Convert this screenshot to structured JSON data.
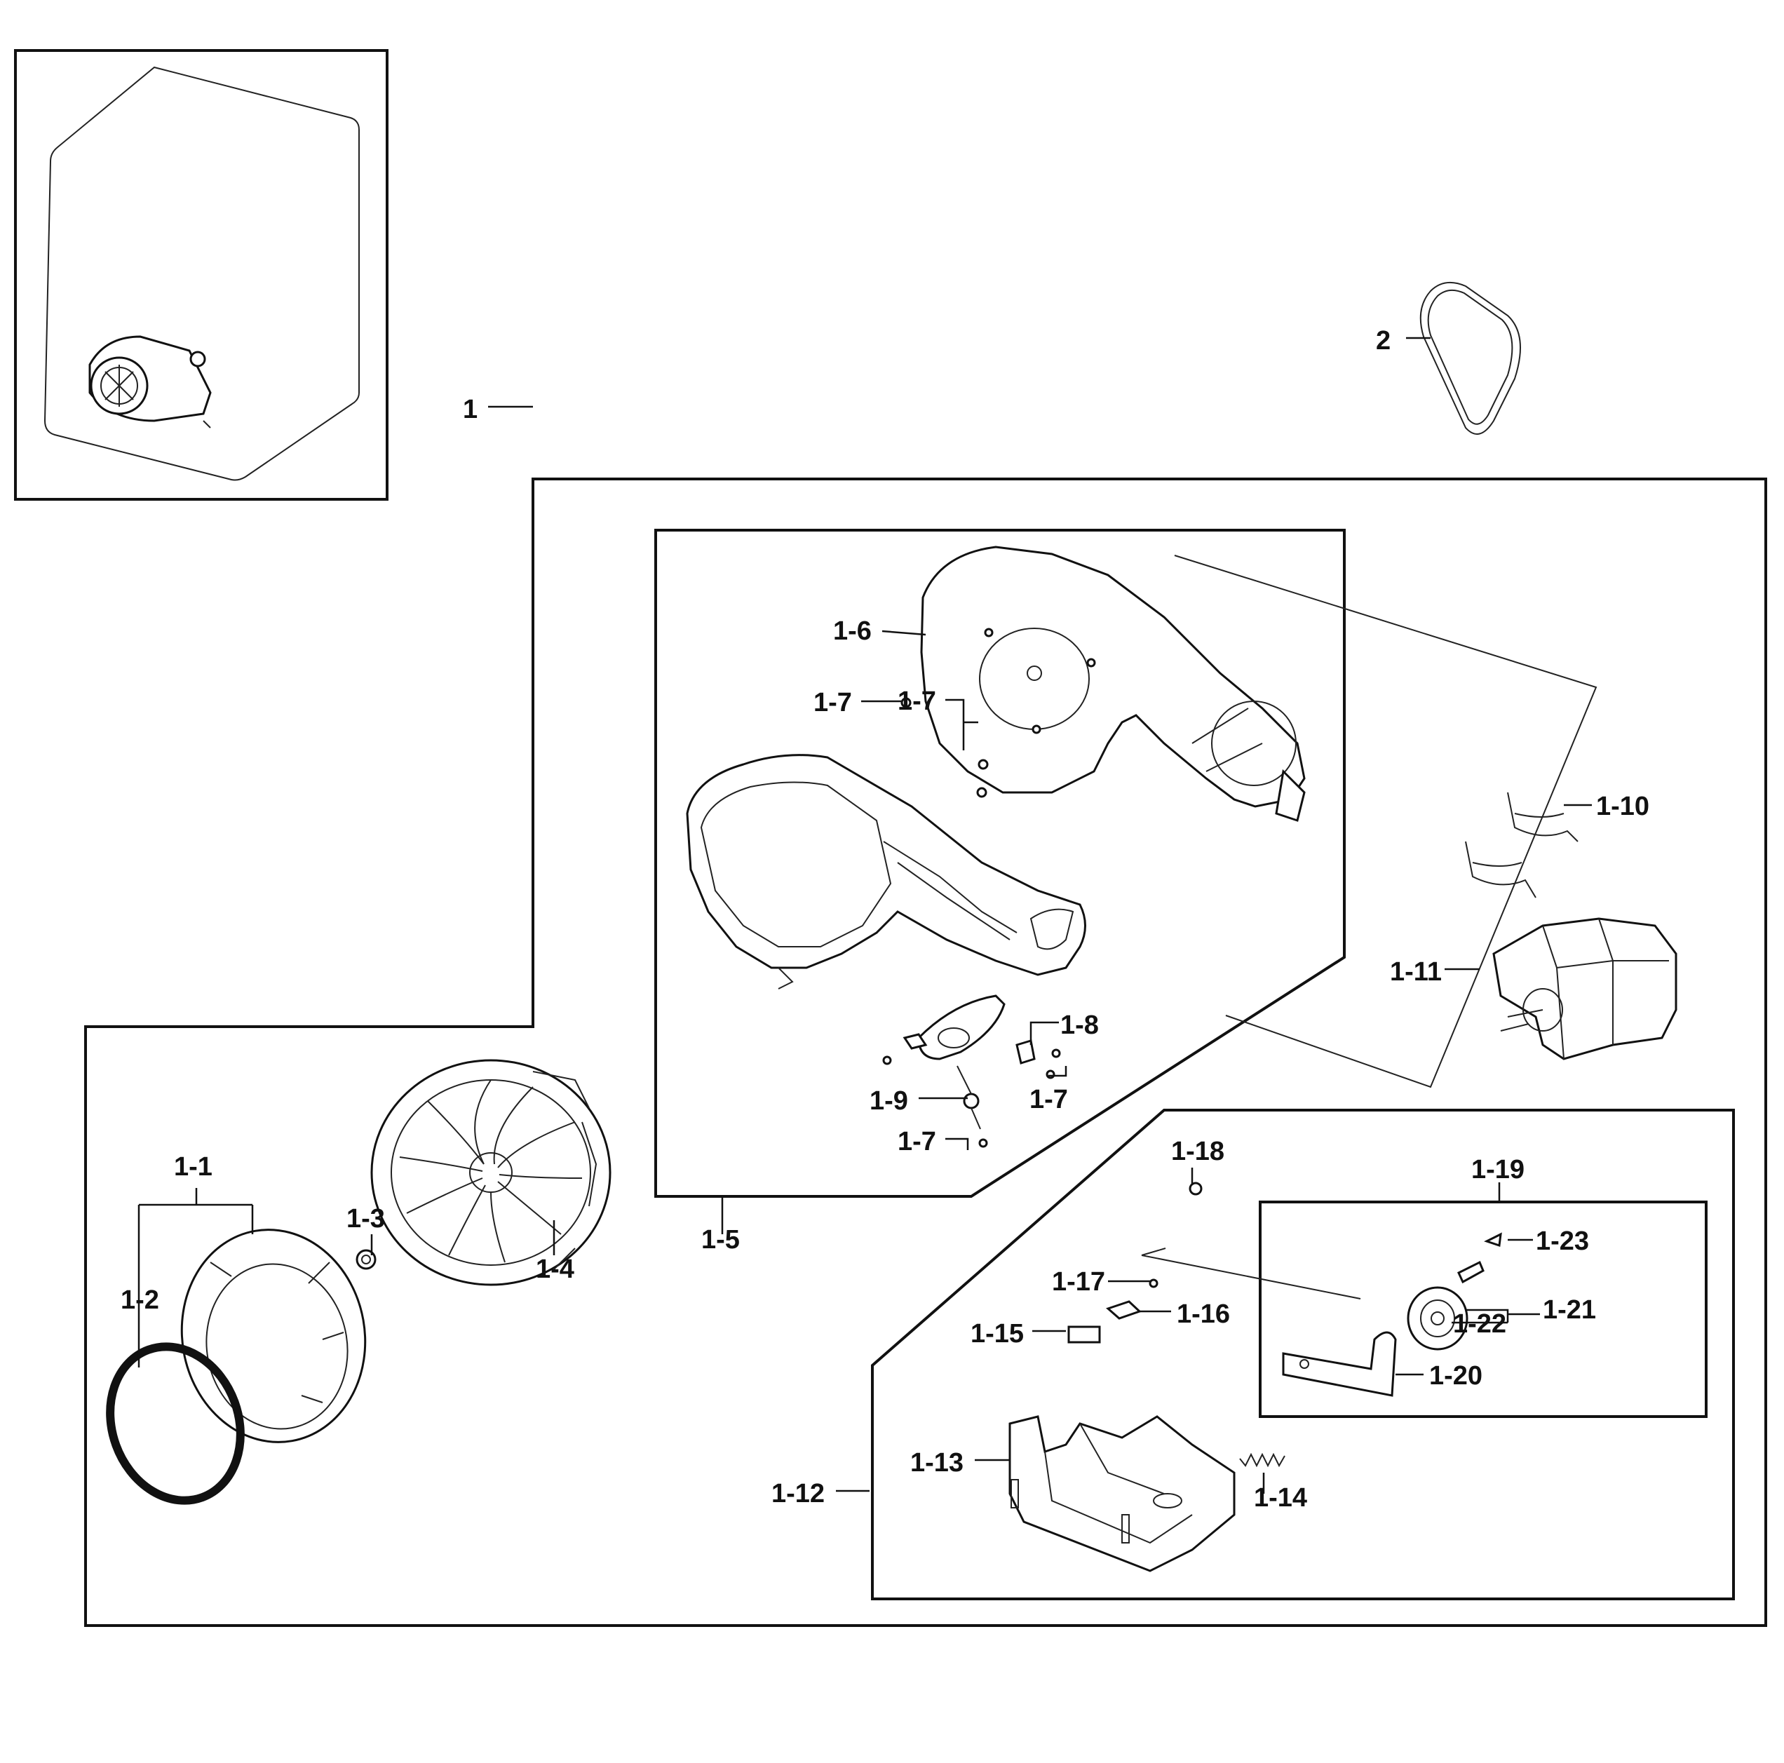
{
  "diagram": {
    "labels": {
      "l2": "2",
      "l1": "1",
      "l1_1": "1-1",
      "l1_2": "1-2",
      "l1_3": "1-3",
      "l1_4": "1-4",
      "l1_5": "1-5",
      "l1_6": "1-6",
      "l1_7a": "1-7",
      "l1_7b": "1-7",
      "l1_7c": "1-7",
      "l1_7d": "1-7",
      "l1_8": "1-8",
      "l1_9": "1-9",
      "l1_10": "1-10",
      "l1_11": "1-11",
      "l1_12": "1-12",
      "l1_13": "1-13",
      "l1_14": "1-14",
      "l1_15": "1-15",
      "l1_16": "1-16",
      "l1_17": "1-17",
      "l1_18": "1-18",
      "l1_19": "1-19",
      "l1_20": "1-20",
      "l1_21": "1-21",
      "l1_22": "1-22",
      "l1_23": "1-23"
    }
  }
}
